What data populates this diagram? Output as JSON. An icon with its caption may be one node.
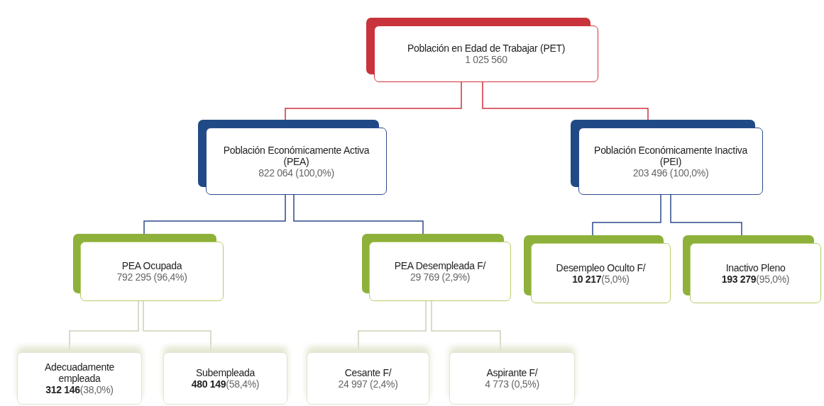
{
  "diagram": {
    "nodes": [
      {
        "text": [
          "Población en Edad de Trabajar (PET)",
          "1 025 560"
        ]
      },
      {
        "text": [
          "Población Económicamente Activa (PEA)",
          "822 064 (100,0%)"
        ]
      },
      {
        "text": [
          "Población Económicamente Inactiva (PEI)",
          "203 496 (100,0%)"
        ]
      },
      {
        "text": [
          "PEA Ocupada",
          "792 295 (96,4%)"
        ]
      },
      {
        "text": [
          "PEA Desempleada F/",
          "29 769 (2,9%)"
        ]
      },
      {
        "text": [
          "Desempleo Oculto F/",
          "**10 217**(5,0%)"
        ]
      },
      {
        "text": [
          "Inactivo Pleno",
          "**193 279**(95,0%)"
        ]
      },
      {
        "text": [
          "Adecuadamente empleada",
          "**312 146**(38,0%)"
        ]
      },
      {
        "text": [
          "Subempleada",
          "**480 149**(58,4%)"
        ]
      },
      {
        "text": [
          "Cesante F/",
          "24 997 (2,4%)"
        ]
      },
      {
        "text": [
          "Aspirante F/",
          "4 773 (0,5%)"
        ]
      }
    ],
    "edges": [
      {
        "from": 0,
        "to": 1,
        "arrow": "none",
        "color": "#d0323c"
      },
      {
        "from": 0,
        "to": 2,
        "arrow": "none",
        "color": "#d0323c"
      },
      {
        "from": 1,
        "to": 3,
        "arrow": "none",
        "color": "#2e4a8c"
      },
      {
        "from": 1,
        "to": 4,
        "arrow": "none",
        "color": "#2e4a8c"
      },
      {
        "from": 2,
        "to": 5,
        "arrow": "none",
        "color": "#2e4a8c"
      },
      {
        "from": 2,
        "to": 6,
        "arrow": "none",
        "color": "#2e4a8c"
      },
      {
        "from": 3,
        "to": 7,
        "arrow": "none",
        "color": "#c9d2b8"
      },
      {
        "from": 3,
        "to": 8,
        "arrow": "none",
        "color": "#c9d2b8"
      },
      {
        "from": 4,
        "to": 9,
        "arrow": "none",
        "color": "#c9d2b8"
      },
      {
        "from": 4,
        "to": 10,
        "arrow": "none",
        "color": "#c9d2b8"
      }
    ]
  }
}
